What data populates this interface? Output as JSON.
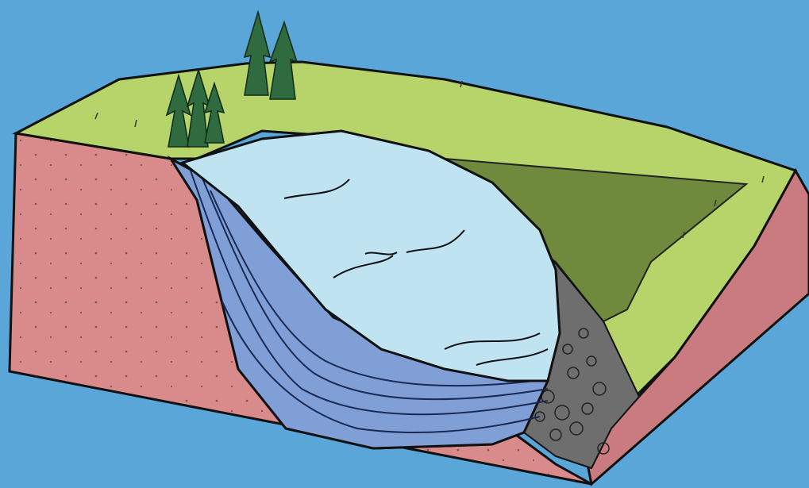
{
  "diagram": {
    "colors": {
      "background": "#5aa6d8",
      "bedrock": "#d98a8a",
      "bedrock_side": "#c97b80",
      "grass": "#b7d46a",
      "grass_dark": "#6f8a3d",
      "ice": "#bfe3f1",
      "ice_layers": "#7f9fd6",
      "ice_deep": "#5d7fc4",
      "moraine": "#6e6e6e",
      "trees": "#2f6b3f",
      "outline": "#111111"
    },
    "parts": [
      {
        "name": "bedrock-block",
        "icon": "rock-block"
      },
      {
        "name": "grass-surface",
        "icon": "grass"
      },
      {
        "name": "ice-mass",
        "icon": "glacier"
      },
      {
        "name": "ice-layers",
        "icon": "layers"
      },
      {
        "name": "moraine-debris",
        "icon": "boulders"
      },
      {
        "name": "conifer-trees",
        "icon": "tree"
      }
    ]
  }
}
